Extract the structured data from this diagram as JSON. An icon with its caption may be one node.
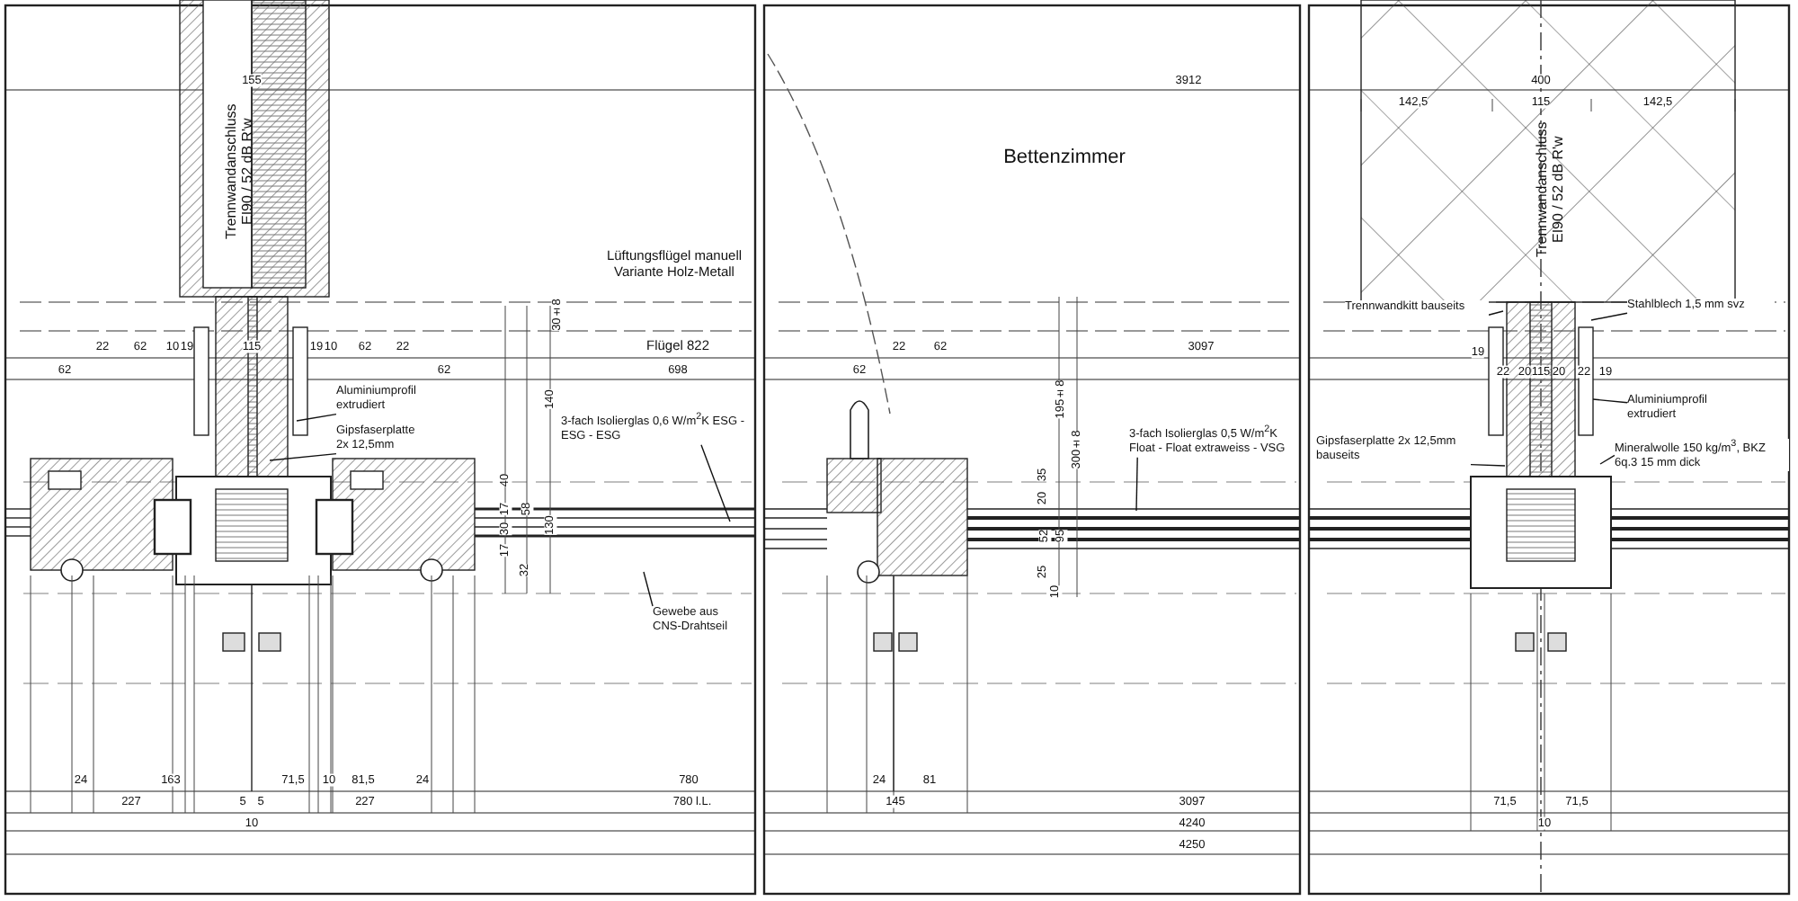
{
  "diagram": {
    "nodes": [
      {
        "text": [
          "Aluminiumprofil extrudiert"
        ]
      },
      {
        "text": [
          "Gipsfaserplatte 2x 12,5mm"
        ]
      },
      {
        "text": [
          "3-fach Isolierglas 0,6 W/m$^{2}$K ESG - ESG - ESG"
        ]
      },
      {
        "text": [
          "Gewebe aus CNS-Drahtseil"
        ]
      },
      {
        "text": [
          "3-fach Isolierglas 0,5 W/m$^{2}$K Float - Float extraweiss - VSG"
        ]
      },
      {
        "text": [
          "Trennwandkitt bauseits"
        ]
      },
      {
        "text": [
          "Stahlblech 1,5 mm svz"
        ]
      },
      {
        "text": [
          "Aluminiumprofil extrudiert"
        ]
      },
      {
        "text": [
          "Gipsfaserplatte 2x 12,5mm bauseits"
        ]
      },
      {
        "text": [
          "Mineralwolle 150 kg/m$^{3}$, BKZ 6q.3 15 mm dick"
        ]
      }
    ],
    "edges": [
      {
        "from": 0,
        "to": null,
        "arrow": "none"
      },
      {
        "from": 1,
        "to": null,
        "arrow": "none"
      },
      {
        "from": 2,
        "to": null,
        "arrow": "none"
      },
      {
        "from": 3,
        "to": null,
        "arrow": "none"
      },
      {
        "from": 4,
        "to": null,
        "arrow": "none"
      },
      {
        "from": 5,
        "to": null,
        "arrow": "none"
      },
      {
        "from": 6,
        "to": null,
        "arrow": "none"
      },
      {
        "from": 7,
        "to": null,
        "arrow": "none"
      },
      {
        "from": 8,
        "to": null,
        "arrow": "none"
      },
      {
        "from": 9,
        "to": null,
        "arrow": "none"
      }
    ],
    "labels": [
      "155",
      "Trennwandanschluss EI90 / 52 dB R'w",
      "Lüftungsflügel manuell Variante Holz-Metall",
      "30±8",
      "22",
      "62",
      "10",
      "19",
      "115",
      "19",
      "10",
      "62",
      "22",
      "Flügel 822",
      "62",
      "62",
      "698",
      "140",
      "40",
      "17",
      "58",
      "30",
      "130",
      "17",
      "32",
      "24",
      "163",
      "71,5",
      "10",
      "81,5",
      "24",
      "780",
      "227",
      "5",
      "5",
      "227",
      "780 l.L.",
      "10",
      "3912",
      "Bettenzimmer",
      "62",
      "22",
      "62",
      "3097",
      "195±8",
      "300±8",
      "35",
      "20",
      "52",
      "95",
      "25",
      "10",
      "24",
      "81",
      "145",
      "3097",
      "4240",
      "4250",
      "400",
      "142,5",
      "115",
      "142,5",
      "Trennwandanschluss EI90 / 52 dB R'w",
      "19",
      "22",
      "20",
      "115",
      "20",
      "22",
      "19",
      "71,5",
      "71,5",
      "10"
    ]
  }
}
